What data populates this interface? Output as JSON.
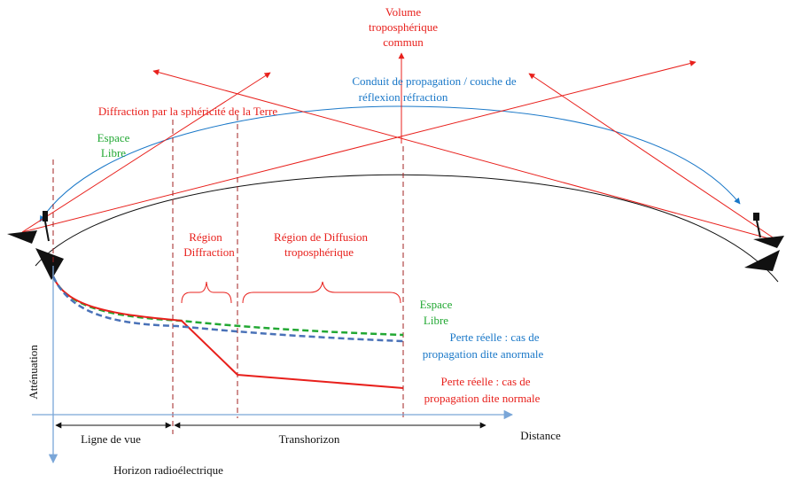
{
  "labels": {
    "volume_line1": "Volume",
    "volume_line2": "troposphérique",
    "volume_line3": "commun",
    "conduit_line1": "Conduit de propagation / couche de",
    "conduit_line2": "réflexion réfraction",
    "diffraction_terre": "Diffraction par la sphéricité de la Terre",
    "espace_libre_top_line1": "Espace",
    "espace_libre_top_line2": "Libre",
    "region_diffraction_line1": "Région",
    "region_diffraction_line2": "Diffraction",
    "region_diffusion_line1": "Région de Diffusion",
    "region_diffusion_line2": "troposphérique",
    "espace_libre_right_line1": "Espace",
    "espace_libre_right_line2": "Libre",
    "perte_anormale_line1": "Perte réelle : cas de",
    "perte_anormale_line2": "propagation dite anormale",
    "perte_normale_line1": "Perte réelle : cas de",
    "perte_normale_line2": "propagation dite normale",
    "attenuation": "Atténuation",
    "distance": "Distance",
    "ligne_de_vue": "Ligne de vue",
    "transhorizon": "Transhorizon",
    "horizon_radio": "Horizon radioélectrique"
  },
  "colors": {
    "red": "#e8201c",
    "blue": "#1a78c8",
    "green": "#22a833",
    "dashed_blue": "#4a72b8",
    "axis": "#7aa6d8",
    "dark_red": "#a02020",
    "black": "#111111"
  }
}
